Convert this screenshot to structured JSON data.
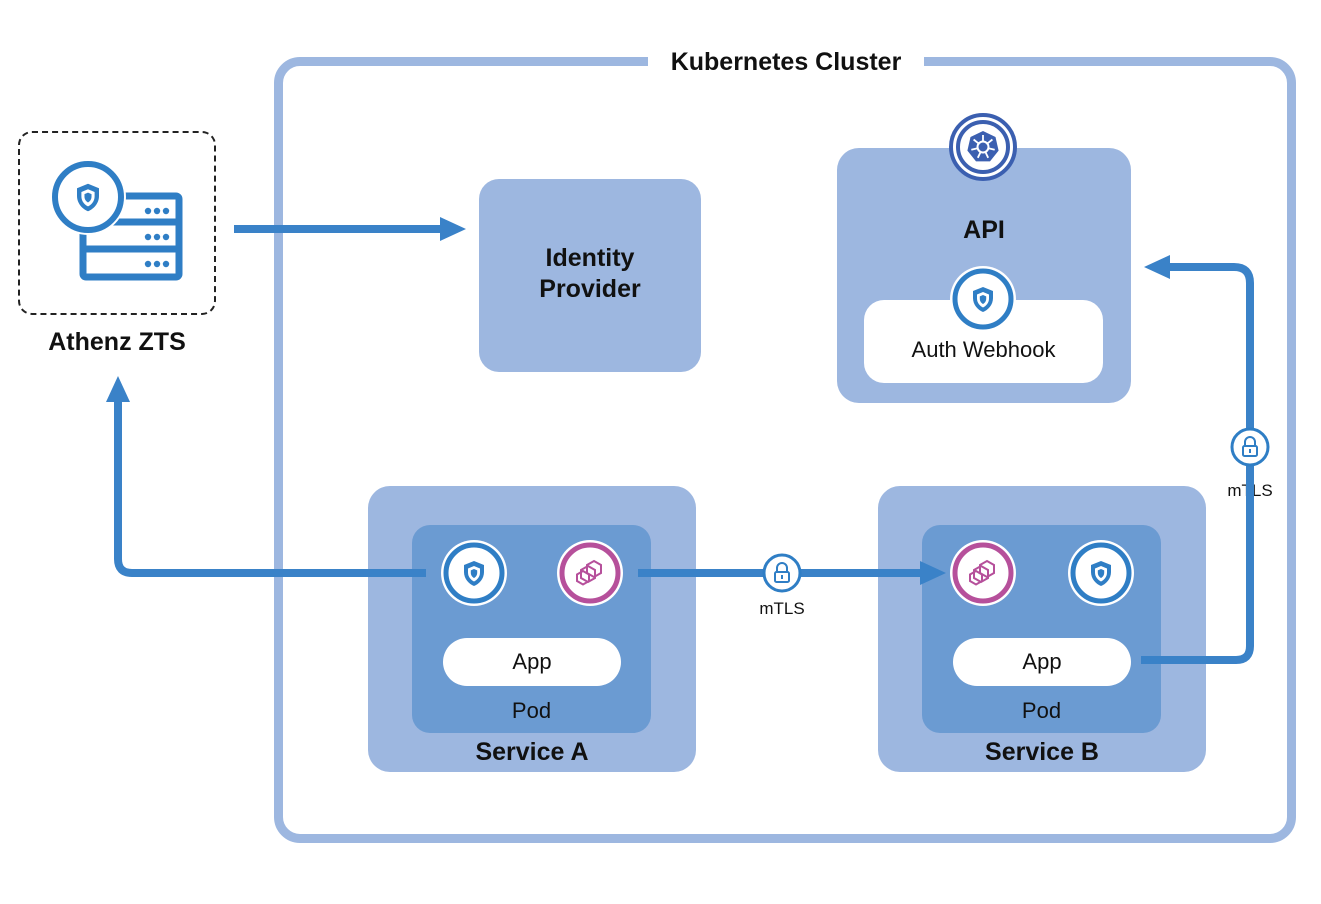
{
  "cluster": {
    "title": "Kubernetes Cluster"
  },
  "athenz": {
    "label": "Athenz ZTS"
  },
  "identity_provider": {
    "line1": "Identity",
    "line2": "Provider"
  },
  "api": {
    "title": "API",
    "webhook_label": "Auth Webhook"
  },
  "service_a": {
    "title": "Service A",
    "app_label": "App",
    "pod_label": "Pod"
  },
  "service_b": {
    "title": "Service B",
    "app_label": "App",
    "pod_label": "Pod"
  },
  "links": {
    "mtls_ab": "mTLS",
    "mtls_api": "mTLS"
  },
  "colors": {
    "arrow": "#3a82c8",
    "panel": "#9db7e0",
    "pod": "#6b9bd2",
    "shield_ring": "#2f7ec5",
    "envoy_ring": "#b6509b",
    "k8s_ring": "#3b5fb0"
  },
  "icons": [
    "shield-icon",
    "server-icon",
    "envoy-icon",
    "kubernetes-helm-icon",
    "lock-icon"
  ]
}
